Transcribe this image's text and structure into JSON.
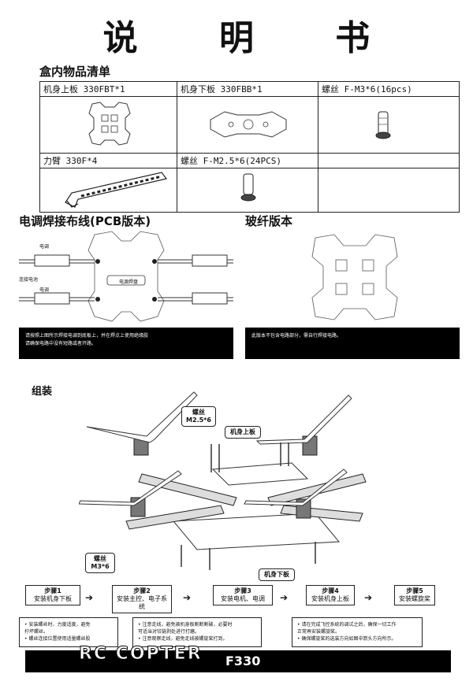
{
  "title": "说 明 书",
  "parts_heading": "盒内物品清单",
  "parts": [
    {
      "label": "机身上板 330FBT*1"
    },
    {
      "label": "机身下板 330FBB*1"
    },
    {
      "label": "螺丝 F-M3*6(16pcs)"
    },
    {
      "label": "力臂 330F*4"
    },
    {
      "label": "螺丝 F-M2.5*6(24PCS)"
    },
    {
      "label": ""
    }
  ],
  "wiring": {
    "heading": "电调焊接布线(PCB版本)",
    "esc_label_top": "电调",
    "battery_label": "连接电池",
    "esc_label_bottom": "电调",
    "pad_label": "电源焊盘",
    "note_line1": "请按照上图所示焊接电调到底板上，并在焊点上使用绝缘胶",
    "note_line2": "请确保电路中没有短路或者开路。"
  },
  "fiberglass": {
    "heading": "玻纤版本",
    "note": "此版本不包含电路部分，需自行焊接电路。"
  },
  "assembly": {
    "heading": "组装",
    "callout_screw_top_1": "螺丝",
    "callout_screw_top_2": "M2.5*6",
    "callout_top_plate": "机身上板",
    "callout_screw_bottom_1": "螺丝",
    "callout_screw_bottom_2": "M3*6",
    "callout_bottom_plate": "机身下板"
  },
  "steps": [
    {
      "title": "步骤1",
      "desc": "安装机身下板"
    },
    {
      "title": "步骤2",
      "desc": "安装主控、电子系统"
    },
    {
      "title": "步骤3",
      "desc": "安装电机、电调"
    },
    {
      "title": "步骤4",
      "desc": "安装机身上板"
    },
    {
      "title": "步骤5",
      "desc": "安装螺旋桨"
    }
  ],
  "notes": {
    "left_1": "• 安装螺丝时，力度适度，避免",
    "left_2": "  拧坏螺丝。",
    "left_3": "• 螺丝连接位置使用适量螺丝胶",
    "mid_1": "• 注意走线，避免被机身板割断割破，必要时",
    "mid_2": "  可适当对铰链剥处进行打磨。",
    "mid_3": "• 注意观察走线，避免走线被螺旋桨打到。",
    "right_1": "• 请在完成飞控系统的调试之后，确保一切工作",
    "right_2": "  正常再安装螺旋桨。",
    "right_3": "• 确保螺旋桨的选装方向如图中箭头方向所示。"
  },
  "footer": {
    "brand": "RC COPTER",
    "model": "F330"
  }
}
